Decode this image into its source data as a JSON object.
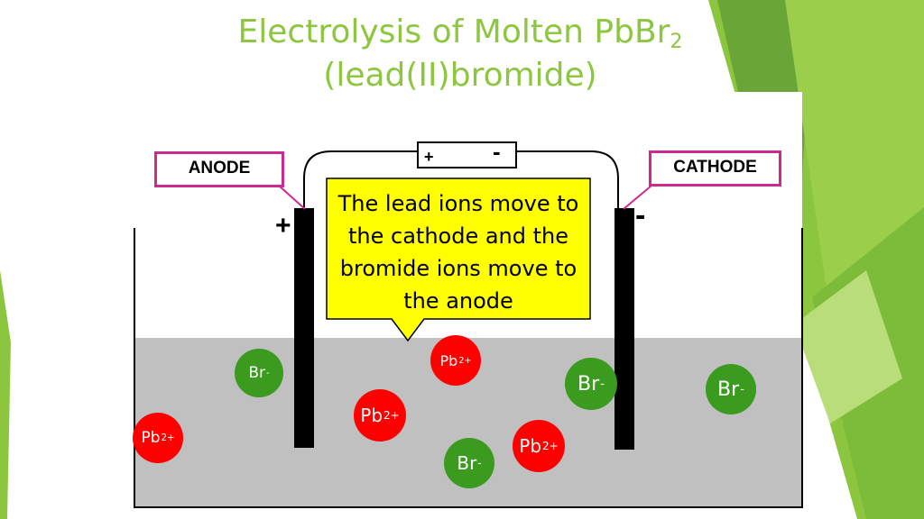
{
  "title": {
    "line1": "Electrolysis of Molten PbBr",
    "subscript": "2",
    "line2": "(lead(II)bromide)"
  },
  "labels": {
    "anode": "ANODE",
    "cathode": "CATHODE"
  },
  "battery": {
    "plus": "+",
    "minus": "-"
  },
  "electrode_signs": {
    "anode": "+",
    "cathode": "-"
  },
  "callout": {
    "text": "The lead ions move to the cathode and the bromide ions move to the anode"
  },
  "ions": {
    "pb_symbol": "Pb",
    "pb_charge": "2+",
    "br_symbol": "Br",
    "br_charge": "-"
  },
  "colors": {
    "title": "#8dc63f",
    "label_border": "#cc2a8f",
    "callout_fill": "#ffff00",
    "electrolyte": "#c0c0c0",
    "pb_ion": "#ff0000",
    "br_ion": "#3a9b1e"
  }
}
